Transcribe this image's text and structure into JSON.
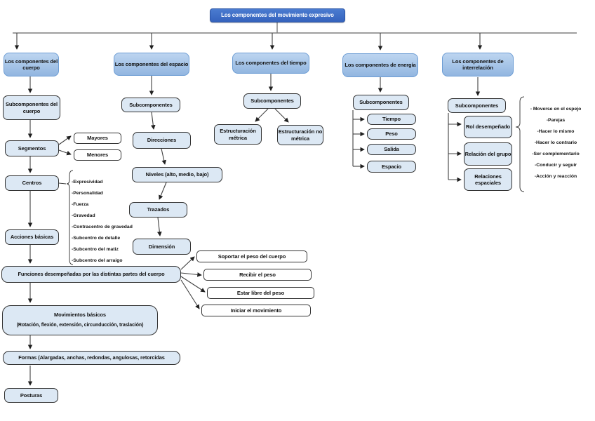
{
  "root": {
    "label": "Los componentes del movimiento expresivo"
  },
  "cuerpo": {
    "header": "Los componentes del cuerpo",
    "subcomponentes": "Subcomponentes del cuerpo",
    "segmentos": "Segmentos",
    "segmentos_tipos": [
      "Mayores",
      "Menores"
    ],
    "centros": "Centros",
    "centros_lista": [
      "-Expresividad",
      "-Personalidad",
      "-Fuerza",
      "-Gravedad",
      "-Contracentro de gravedad",
      "-Subcentro de detalle",
      "-Subcentro del matiz",
      "-Subcentro del arraigo"
    ],
    "acciones": "Acciones básicas",
    "funciones": "Funciones desempeñadas por las distintas partes del cuerpo",
    "funciones_lista": [
      "Soportar el peso del cuerpo",
      "Recibir el peso",
      "Estar libre del peso",
      "Iniciar el movimiento"
    ],
    "movimientos_titulo": "Movimientos básicos",
    "movimientos_detalle": "(Rotación, flexión, extensión, circunducción, traslación)",
    "formas": "Formas (Alargadas, anchas, redondas, angulosas, retorcidas",
    "posturas": "Posturas"
  },
  "espacio": {
    "header": "Los componentes del espacio",
    "subcomponentes": "Subcomponentes",
    "direcciones": "Direcciones",
    "niveles": "Niveles (alto, medio, bajo)",
    "trazados": "Trazados",
    "dimension": "Dimensión"
  },
  "tiempo": {
    "header": "Los componentes del tiempo",
    "subcomponentes": "Subcomponentes",
    "metrica": "Estructuración métrica",
    "no_metrica": "Estructuración no métrica"
  },
  "energia": {
    "header": "Los componentes de energía",
    "subcomponentes": "Subcomponentes",
    "lista": [
      "Tiempo",
      "Peso",
      "Salida",
      "Espacio"
    ]
  },
  "interrelacion": {
    "header": "Los componentes de interrelación",
    "subcomponentes": "Subcomponentes",
    "lista": [
      "Rol desempeñado",
      "Relación del grupo",
      "Relaciones espaciales"
    ],
    "detalles": [
      "- Moverse en el espejo",
      "-Parejas",
      "-Hacer lo mismo",
      "-Hacer lo contrario",
      "-Ser complementario",
      "-Conducir y seguir",
      "-Acción y reacción"
    ]
  },
  "colors": {
    "root_fill": "#3B6CC5",
    "root_border": "#2C55A5",
    "header_fill": "#A5C4E7",
    "header_border": "#6D9DD4",
    "box_fill": "#DCE8F4",
    "box_border": "#333333",
    "white_box_fill": "#FFFFFF",
    "line": "#404040",
    "top_line": "#7F7F7F"
  }
}
